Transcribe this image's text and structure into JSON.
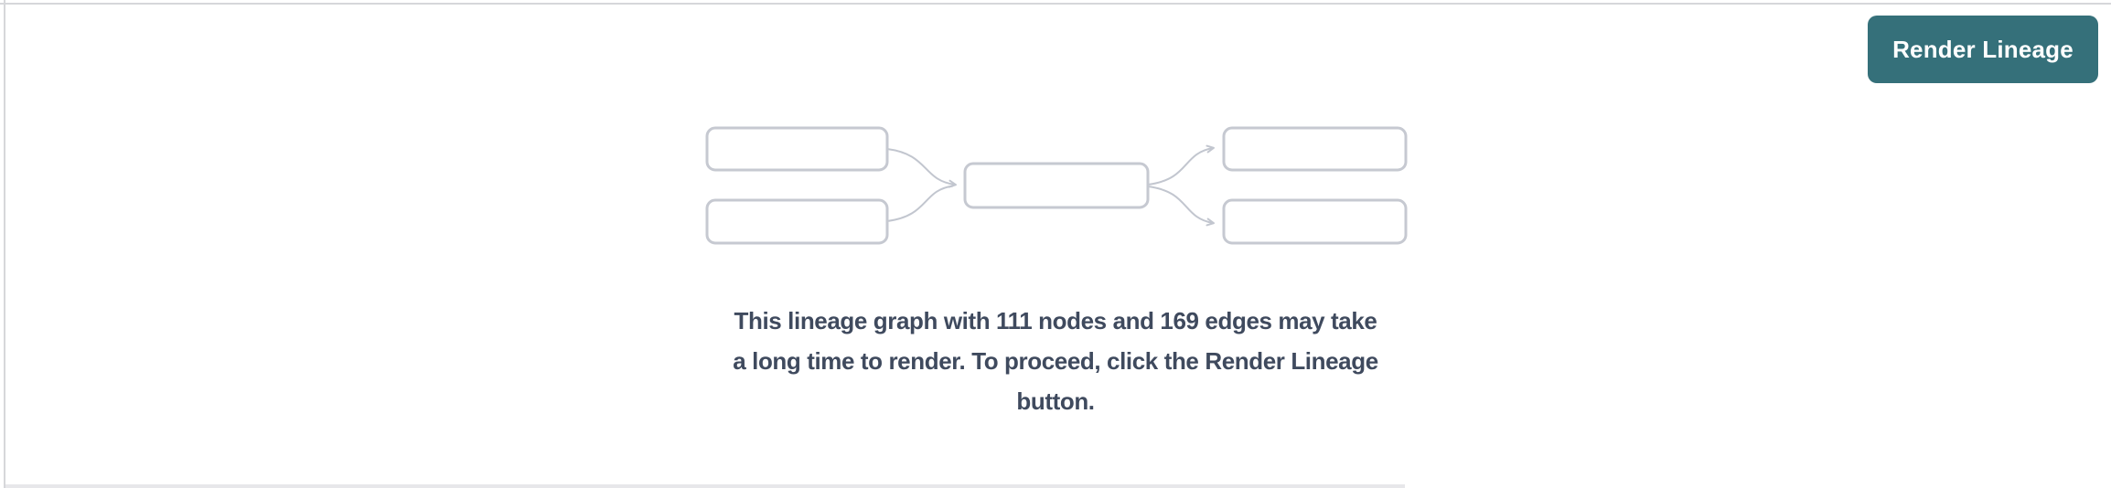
{
  "header": {
    "render_button_label": "Render Lineage"
  },
  "notice": {
    "full_text": "This lineage graph with 111 nodes and 169 edges may take a long time to render. To proceed, click the Render Lineage button.",
    "lines": [
      "This lineage graph with 111 nodes and 169 edges may take",
      "a long time to render. To proceed, click the Render Lineage",
      "button."
    ],
    "node_count": "111",
    "edge_count": "169"
  },
  "illustration": {
    "icon": "lineage-placeholder-graphic",
    "description": "five placeholder nodes: two sources feeding one middle node feeding two targets, connected by curved arrows"
  },
  "colors": {
    "accent_teal": "#35707a",
    "graphic_gray": "#c6c9d1",
    "edge_gray": "#c2c6cf",
    "text_dark": "#3f4a5e",
    "border_gray": "#d6d7da"
  }
}
